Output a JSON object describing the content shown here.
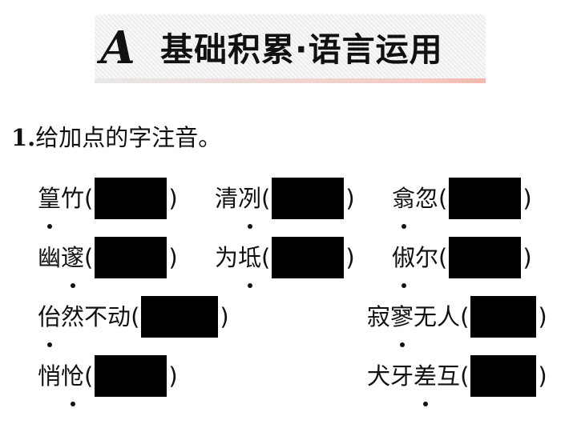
{
  "section": {
    "letter": "A",
    "title": "基础积累·语言运用"
  },
  "question": {
    "number": "1.",
    "prompt": "给加点的字注音。"
  },
  "items": [
    {
      "chars": [
        "篁",
        "竹"
      ],
      "dot": 0,
      "open": "(",
      "close": ")"
    },
    {
      "chars": [
        "清",
        "冽"
      ],
      "dot": 1,
      "open": "(",
      "close": ")"
    },
    {
      "chars": [
        "翕",
        "忽"
      ],
      "dot": 0,
      "open": "(",
      "close": ")"
    },
    {
      "chars": [
        "幽",
        "邃"
      ],
      "dot": 1,
      "open": "(",
      "close": ")"
    },
    {
      "chars": [
        "为",
        "坻"
      ],
      "dot": 1,
      "open": "(",
      "close": ")"
    },
    {
      "chars": [
        "俶",
        "尔"
      ],
      "dot": 0,
      "open": "(",
      "close": ")"
    },
    {
      "chars": [
        "佁",
        "然",
        "不",
        "动"
      ],
      "dot": 0,
      "open": "(",
      "close": ")"
    },
    {
      "chars": [
        "寂",
        "寥",
        "无",
        "人"
      ],
      "dot": 1,
      "open": "(",
      "close": ")"
    },
    {
      "chars": [
        "悄",
        "怆"
      ],
      "dot": 1,
      "open": "(",
      "close": ")"
    },
    {
      "chars": [
        "犬",
        "牙",
        "差",
        "互"
      ],
      "dot": 2,
      "open": "(",
      "close": ")"
    }
  ]
}
